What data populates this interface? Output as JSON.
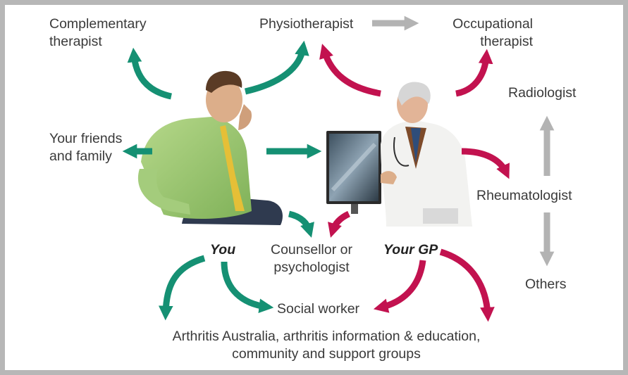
{
  "labels": {
    "complementary": [
      "Complementary",
      "therapist"
    ],
    "physiotherapist": "Physiotherapist",
    "occupational": [
      "Occupational",
      "therapist"
    ],
    "radiologist": "Radiologist",
    "friends_family": [
      "Your friends",
      "and family"
    ],
    "rheumatologist": "Rheumatologist",
    "you": "You",
    "counsellor": [
      "Counsellor or",
      "psychologist"
    ],
    "your_gp": "Your GP",
    "others": "Others",
    "social_worker": "Social worker",
    "arthritis": [
      "Arthritis Australia, arthritis information & education,",
      "community and support groups"
    ]
  },
  "colors": {
    "patient_arrow": "#159073",
    "gp_arrow": "#c2124f",
    "referral_arrow": "#b3b3b3",
    "border": "#b7b7b7"
  }
}
